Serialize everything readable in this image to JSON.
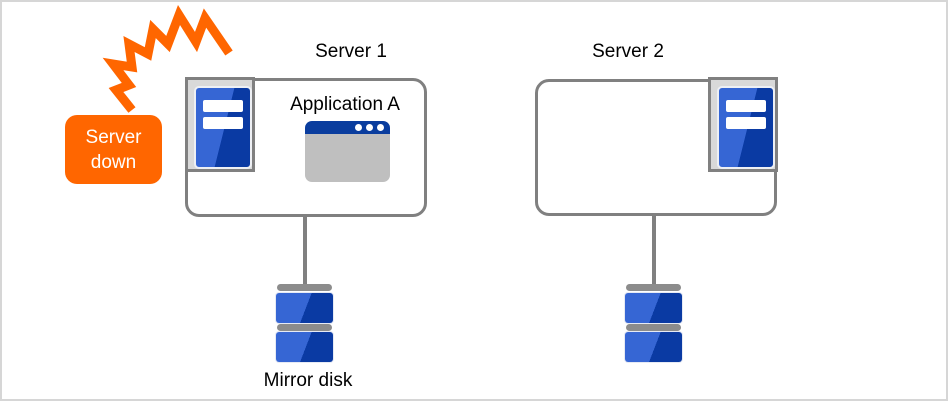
{
  "diagram": {
    "alert": {
      "label": "Server down"
    },
    "servers": [
      {
        "name": "Server 1",
        "application": "Application A"
      },
      {
        "name": "Server 2"
      }
    ],
    "disks": {
      "label": "Mirror disk"
    },
    "icons": [
      "crash-flash-icon",
      "server-tower-icon",
      "app-window-icon",
      "mirror-disk-icon"
    ],
    "colors": {
      "accent_orange": "#FF6600",
      "server_blue_light": "#3666D4",
      "server_blue_dark": "#0A3AA3",
      "titlebar_blue": "#0A3D9E",
      "outline_gray": "#808080",
      "panel_gray": "#D9D9D9",
      "window_body_gray": "#BFBFBF",
      "disk_bar_gray": "#8C8C8C",
      "canvas_border": "#D6D6D6"
    }
  }
}
